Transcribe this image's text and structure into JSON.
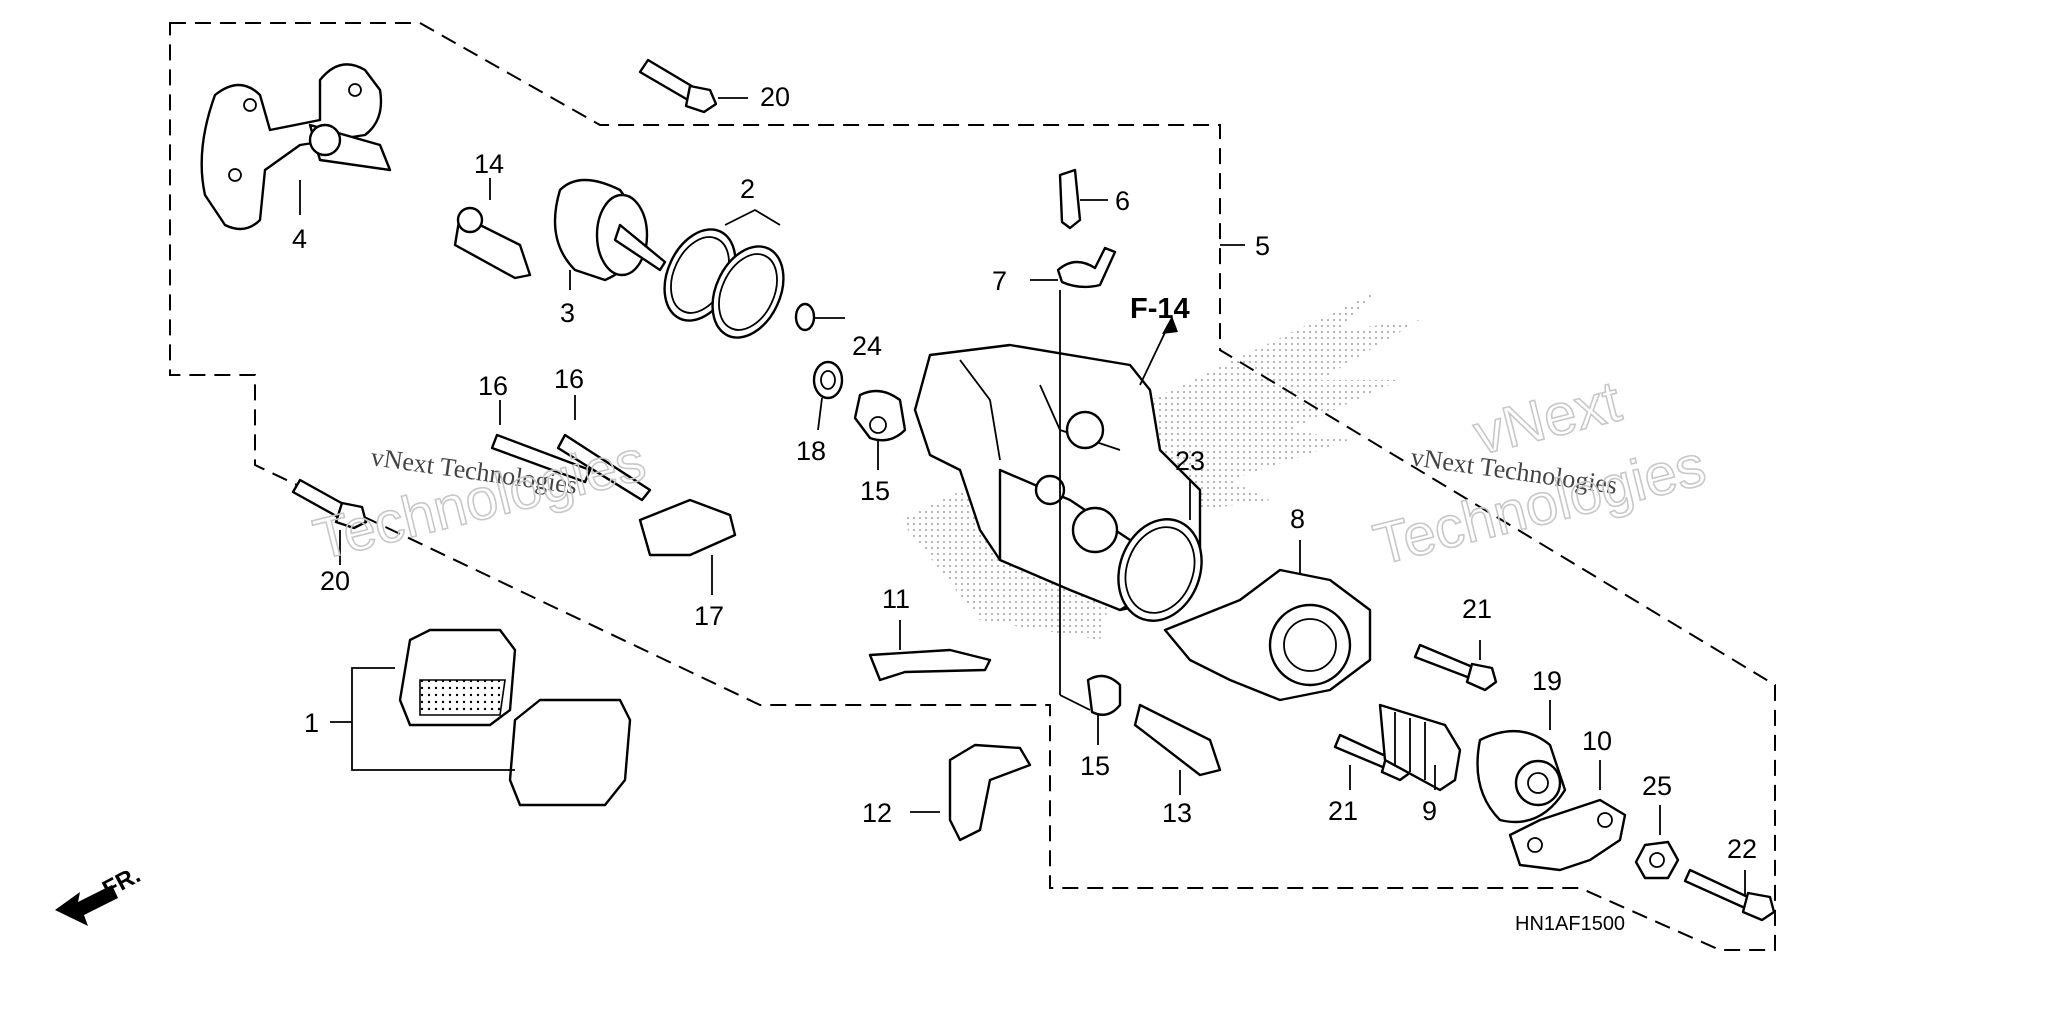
{
  "diagram": {
    "callouts": {
      "c1": "1",
      "c2": "2",
      "c3": "3",
      "c4": "4",
      "c5": "5",
      "c6": "6",
      "c7": "7",
      "c8": "8",
      "c9": "9",
      "c10": "10",
      "c11": "11",
      "c12": "12",
      "c13": "13",
      "c14": "14",
      "c15a": "15",
      "c15b": "15",
      "c16a": "16",
      "c16b": "16",
      "c17": "17",
      "c18": "18",
      "c19": "19",
      "c20a": "20",
      "c20b": "20",
      "c21a": "21",
      "c21b": "21",
      "c22": "22",
      "c23": "23",
      "c24": "24",
      "c25": "25"
    },
    "reference": "F-14",
    "diagram_code": "HN1AF1500",
    "direction_label": "FR.",
    "watermarks": {
      "left_small": "vNext Technologies",
      "left_big": "Technologies",
      "right_small": "vNext Technologies",
      "right_big_a": "vNext",
      "right_big_b": "Technologies"
    },
    "colors": {
      "line": "#000000",
      "background": "#ffffff",
      "watermark": "#c8c8c8"
    }
  }
}
